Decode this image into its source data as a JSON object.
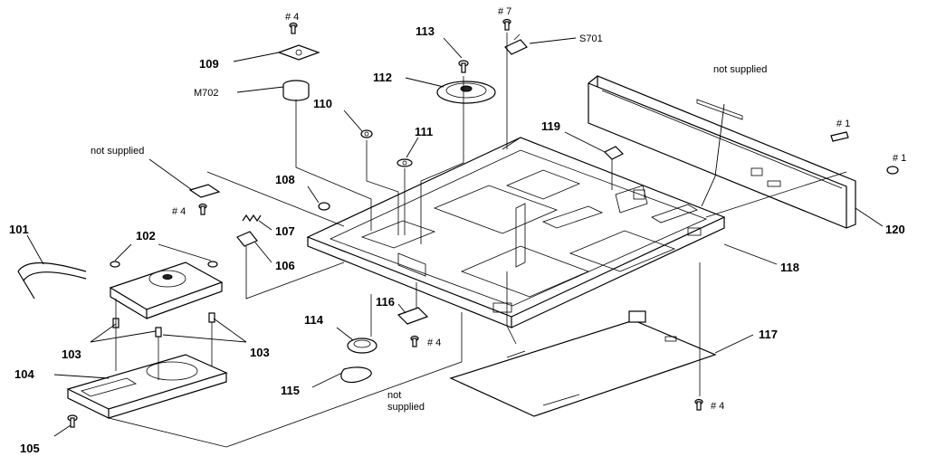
{
  "labels": {
    "p101": "101",
    "p102": "102",
    "p103a": "103",
    "p103b": "103",
    "p104": "104",
    "p105": "105",
    "p106": "106",
    "p107": "107",
    "p108": "108",
    "p109": "109",
    "p110": "110",
    "p111": "111",
    "p112": "112",
    "p113": "113",
    "p114": "114",
    "p115": "115",
    "p116": "116",
    "p117": "117",
    "p118": "118",
    "p119": "119",
    "p120": "120",
    "m702": "M702",
    "s701": "S701",
    "screw4_top": "# 4",
    "screw7": "# 7",
    "screw4_left": "# 4",
    "screw4_mid": "# 4",
    "screw4_bottom": "# 4",
    "screw1_a": "# 1",
    "screw1_b": "# 1",
    "ns_left": "not supplied",
    "ns_right": "not supplied",
    "ns_bottom_1": "not",
    "ns_bottom_2": "supplied"
  }
}
